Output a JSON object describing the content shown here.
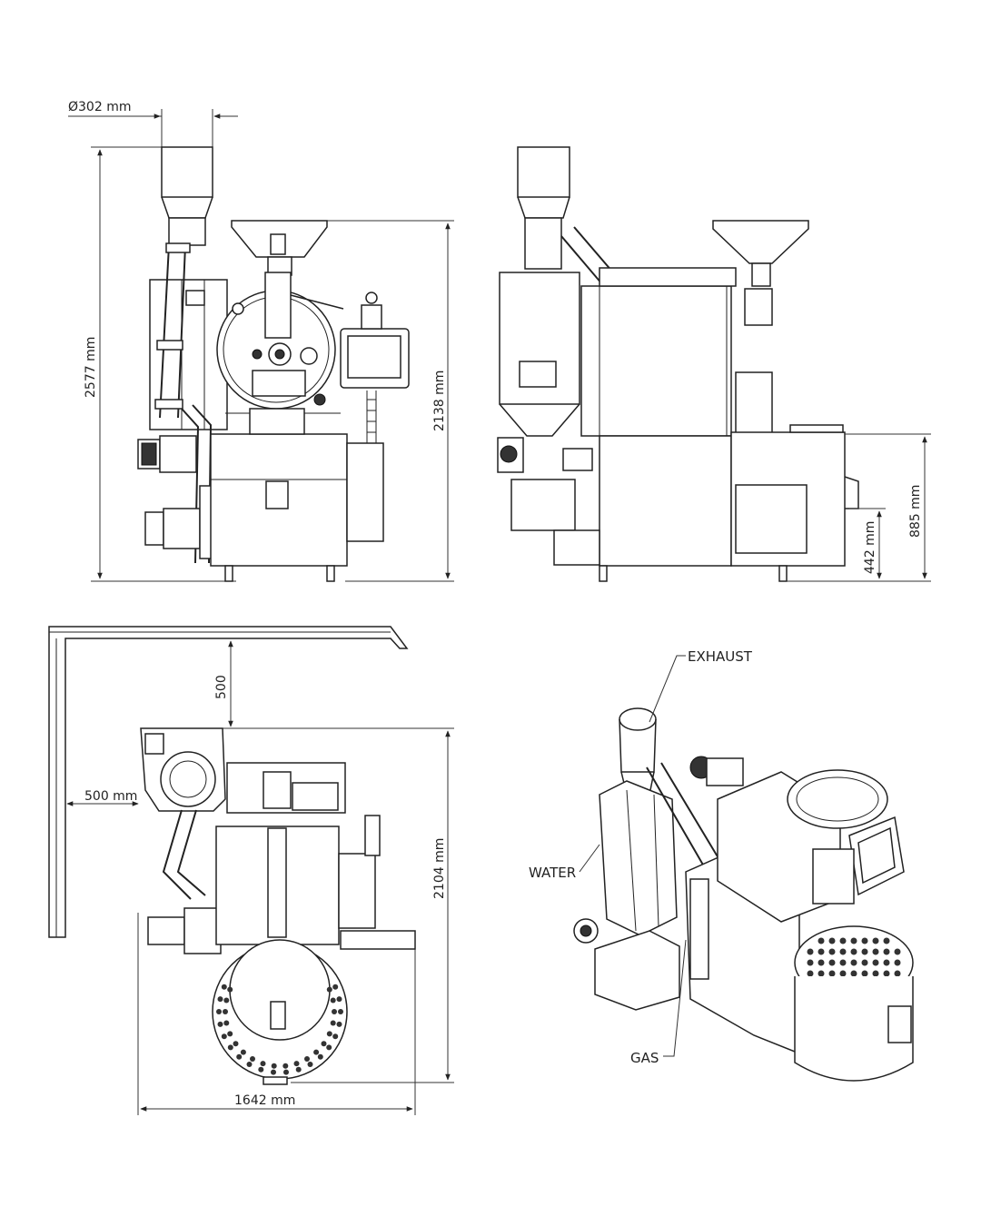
{
  "dimensions": {
    "diameter": "Ø302 mm",
    "front_height": "2577 mm",
    "hopper_height": "2138 mm",
    "side_height": "885 mm",
    "door_height": "442 mm",
    "clearance_top": "500",
    "clearance_side": "500 mm",
    "top_depth": "2104 mm",
    "top_width": "1642 mm"
  },
  "labels": {
    "exhaust": "EXHAUST",
    "water": "WATER",
    "gas": "GAS"
  }
}
